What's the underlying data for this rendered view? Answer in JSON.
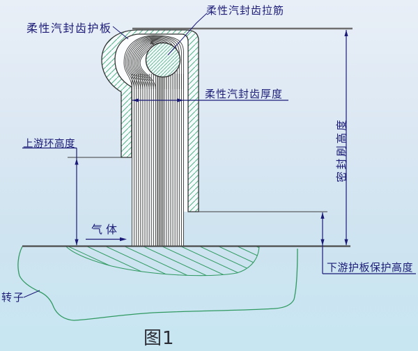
{
  "figure": {
    "caption": "图1",
    "type": "engineering-section-diagram",
    "colors": {
      "background_top": "#e9eff7",
      "background_bottom": "#c7e6f2",
      "outline": "#3c3c3c",
      "dimension": "#1b1b77",
      "hatch_green": "#57b38a",
      "rotor_green": "#2f9960",
      "casing_line_gray": "#6f6f6f"
    }
  },
  "labels": {
    "guard_plate": "柔性汽封齿护板",
    "tie_rib": "柔性汽封齿拉筋",
    "tooth_thickness": "柔性汽封齿厚度",
    "upstream_ring_height": "上游环高度",
    "seal_brush_height": "密封刷高度",
    "gas": "气体",
    "downstream_guard_height": "下游护板保护高度",
    "rotor": "转子"
  }
}
